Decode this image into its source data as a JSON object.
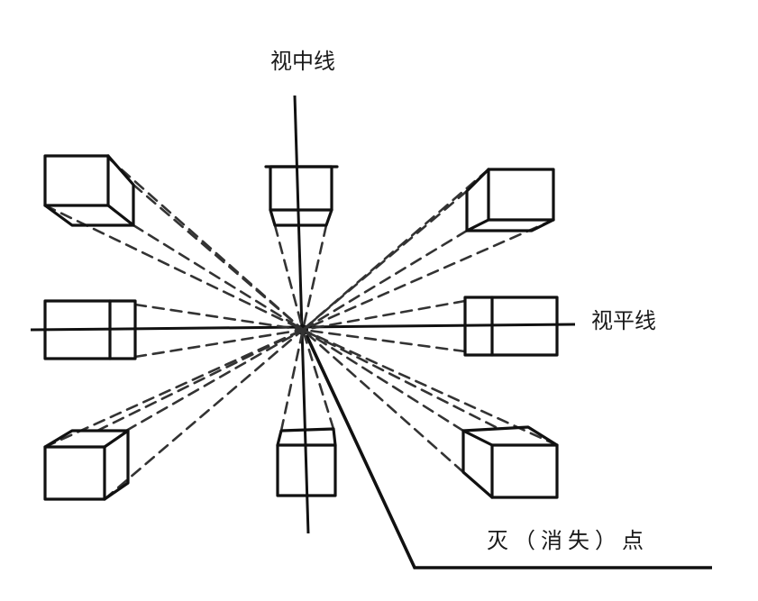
{
  "labels": {
    "view_center_line": "视中线",
    "horizon_line": "视平线",
    "vanishing_point": "灭（消失）点"
  },
  "colors": {
    "ink": "#111111",
    "background": "#ffffff"
  }
}
